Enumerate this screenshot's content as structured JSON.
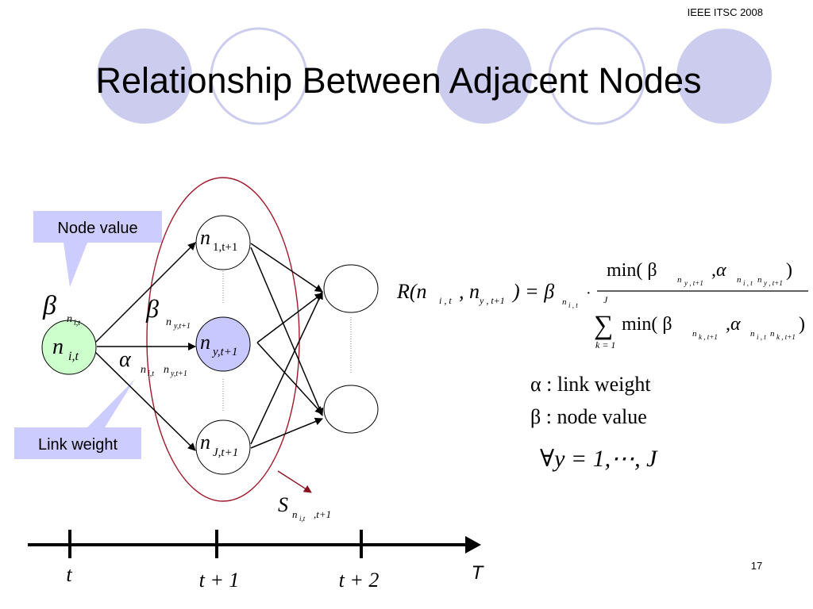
{
  "header": {
    "conference": "IEEE ITSC 2008"
  },
  "title": "Relationship Between Adjacent Nodes",
  "callouts": {
    "node_value": "Node value",
    "link_weight": "Link weight"
  },
  "nodes": {
    "source": {
      "base": "n",
      "sub": "i,t"
    },
    "n1": {
      "base": "n",
      "sub": "1,t+1"
    },
    "ny": {
      "base": "n",
      "sub": "y,t+1"
    },
    "nJ": {
      "base": "n",
      "sub": "J,t+1"
    }
  },
  "symbols": {
    "beta_source": {
      "base": "β",
      "sub": "n",
      "subsub": "i,t"
    },
    "beta_ny": {
      "base": "β",
      "sub": "n",
      "subsub": "y,t+1"
    },
    "alpha_link": {
      "base": "α",
      "sub1": "n",
      "sub1sub": "i,t",
      "sub2": "n",
      "sub2sub": "y,t+1"
    },
    "set_label": {
      "base": "S",
      "sub": "n",
      "subsub": "i,t",
      "tail": ",t+1"
    }
  },
  "legend": {
    "alpha": "α : link weight",
    "beta": "β : node value",
    "forall": "∀y = 1,⋯, J"
  },
  "equation": {
    "lhs": "R(n",
    "lhs_sub1": "i , t",
    "lhs_mid": " , n",
    "lhs_sub2": "y , t+1",
    "lhs_end": ") = β",
    "lhs_beta_sub": "n",
    "lhs_beta_subsub": "i , t",
    "dot": "·",
    "num_pre": "min( β",
    "num_b_sub": "n",
    "num_b_subsub": "y , t+1",
    "num_comma": ",α",
    "num_a_sub": "n",
    "num_a_subsub1": "i , t",
    "num_a_sub2": "n",
    "num_a_subsub2": "y , t+1",
    "num_end": ")",
    "sum_top": "J",
    "sum_sym": "∑",
    "sum_bottom": "k = 1",
    "den_pre": "min( β",
    "den_b_sub": "n",
    "den_b_subsub": "k , t+1",
    "den_comma": ",α",
    "den_a_sub": "n",
    "den_a_subsub1": "i , t",
    "den_a_sub2": "n",
    "den_a_subsub2": "k , t+1",
    "den_end": ")"
  },
  "timeline": {
    "ticks": [
      "t",
      "t + 1",
      "t + 2"
    ],
    "axis_label": "T"
  },
  "page_number": "17",
  "colors": {
    "circle_fill": "#ccccee",
    "circle_outline": "#ccccee",
    "callout_fill": "#ccccff",
    "source_node_fill": "#ccffcc",
    "highlight_node_fill": "#c8c8ff",
    "ellipse_stroke": "#a0182a",
    "arrow_red": "#8a1020"
  }
}
